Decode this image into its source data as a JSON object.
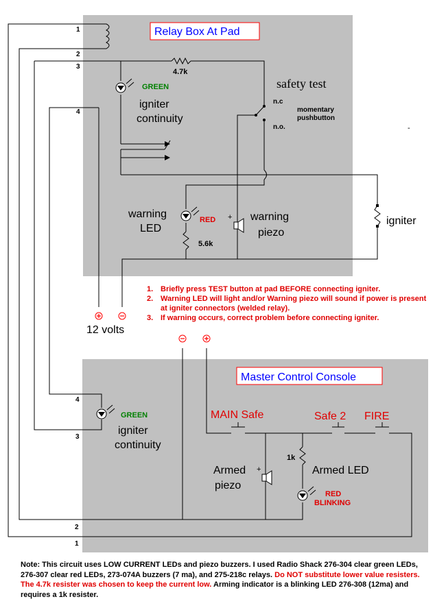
{
  "relay_box": {
    "title": "Relay Box At Pad",
    "resistor_top": "4.7k",
    "green_label": "GREEN",
    "igniter_continuity_1": "igniter",
    "igniter_continuity_2": "continuity",
    "safety_test": "safety test",
    "nc": "n.c",
    "no": "n.o.",
    "momentary_1": "momentary",
    "momentary_2": "pushbutton",
    "warning_led_1": "warning",
    "warning_led_2": "LED",
    "red_label": "RED",
    "resistor_mid": "5.6k",
    "plus": "+",
    "warning_piezo_1": "warning",
    "warning_piezo_2": "piezo",
    "igniter": "igniter",
    "dash": "-"
  },
  "wire_numbers": {
    "top_1": "1",
    "top_2": "2",
    "top_3": "3",
    "top_4": "4",
    "bot_4": "4",
    "bot_3": "3",
    "bot_2": "2",
    "bot_1": "1"
  },
  "power": {
    "plus_symbol": "⊕",
    "minus_symbol": "⊖",
    "label": "12 volts"
  },
  "notes": [
    {
      "num": "1.",
      "text": "Briefly press TEST button at pad BEFORE connecting igniter."
    },
    {
      "num": "2.",
      "text": "Warning LED will light and/or Warning piezo will sound if power is present at igniter connectors (welded relay)."
    },
    {
      "num": "3.",
      "text": "If warning occurs, correct problem before connecting igniter."
    }
  ],
  "console": {
    "title": "Master Control Console",
    "green_label": "GREEN",
    "igniter_continuity_1": "igniter",
    "igniter_continuity_2": "continuity",
    "main_safe": "MAIN Safe",
    "safe2": "Safe 2",
    "fire": "FIRE",
    "resistor": "1k",
    "armed_piezo_1": "Armed",
    "armed_piezo_2": "piezo",
    "plus": "+",
    "armed_led": "Armed LED",
    "red_label": "RED",
    "blinking_label": "BLINKING"
  },
  "footnote": {
    "part1": "Note:  This circuit uses LOW CURRENT LEDs and piezo buzzers.  I used Radio Shack 276-304 clear green LEDs, 276-307 clear red LEDs, 273-074A buzzers (7 ma), and 275-218c relays.  ",
    "warn": "Do NOT substitute lower value resisters.  The 4.7k resister was chosen to keep the current low.",
    "part2": "  Arming indicator is a blinking LED 276-308 (12ma) and requires a 1k resister."
  },
  "colors": {
    "panel": "#c0c0c0",
    "title_blue": "#0000ff",
    "green_text": "#008000",
    "red_text": "#e00000",
    "wire": "#000000"
  }
}
